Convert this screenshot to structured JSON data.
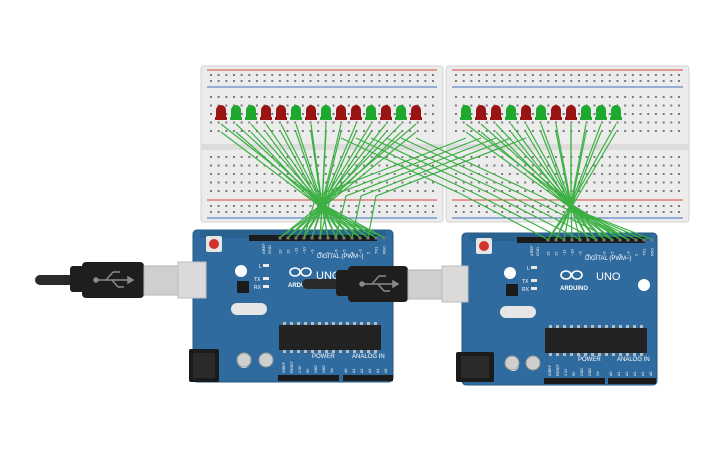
{
  "colors": {
    "background": "#ffffff",
    "breadboard": "#ececec",
    "rail_red": "#d9443a",
    "rail_blue": "#3f6fc0",
    "wire": "#3cb043",
    "led_red": "#9b1414",
    "led_green": "#1fa82e",
    "arduino_blue": "#2f6b9e",
    "usb_black": "#1e1e1e",
    "usb_gray": "#d6d6d6"
  },
  "breadboards": [
    {
      "name": "breadboard-left",
      "led_colors": [
        "red",
        "green",
        "green",
        "red",
        "red",
        "green",
        "red",
        "green",
        "red",
        "red",
        "green",
        "red",
        "green",
        "red"
      ]
    },
    {
      "name": "breadboard-right",
      "led_colors": [
        "green",
        "red",
        "red",
        "green",
        "red",
        "green",
        "red",
        "red",
        "green",
        "green",
        "green"
      ]
    }
  ],
  "arduinos": [
    {
      "name": "arduino-uno-left",
      "brand": "ARDUINO",
      "model": "UNO",
      "digital_label": "DIGITAL (PWM~)",
      "power_label": "POWER",
      "analog_label": "ANALOG IN",
      "tx_label": "TX",
      "rx_label": "RX",
      "l_label": "L",
      "aref_label": "AREF",
      "gnd_label": "GND",
      "pin_labels": [
        "13",
        "12",
        "~11",
        "~10",
        "~9",
        "8",
        "7",
        "~6",
        "~5",
        "4",
        "~3",
        "2",
        "TX1",
        "RX0"
      ],
      "power_pins": [
        "IOREF",
        "RESET",
        "3.3V",
        "5V",
        "GND",
        "GND",
        "Vin"
      ],
      "analog_pins": [
        "A0",
        "A1",
        "A2",
        "A3",
        "A4",
        "A5"
      ]
    },
    {
      "name": "arduino-uno-right",
      "brand": "ARDUINO",
      "model": "UNO",
      "digital_label": "DIGITAL (PWM~)",
      "power_label": "POWER",
      "analog_label": "ANALOG IN",
      "tx_label": "TX",
      "rx_label": "RX",
      "l_label": "L",
      "aref_label": "AREF",
      "gnd_label": "GND",
      "pin_labels": [
        "13",
        "12",
        "~11",
        "~10",
        "~9",
        "8",
        "7",
        "~6",
        "~5",
        "4",
        "~3",
        "2",
        "TX1",
        "RX0"
      ],
      "power_pins": [
        "IOREF",
        "RESET",
        "3.3V",
        "5V",
        "GND",
        "GND",
        "Vin"
      ],
      "analog_pins": [
        "A0",
        "A1",
        "A2",
        "A3",
        "A4",
        "A5"
      ]
    }
  ]
}
